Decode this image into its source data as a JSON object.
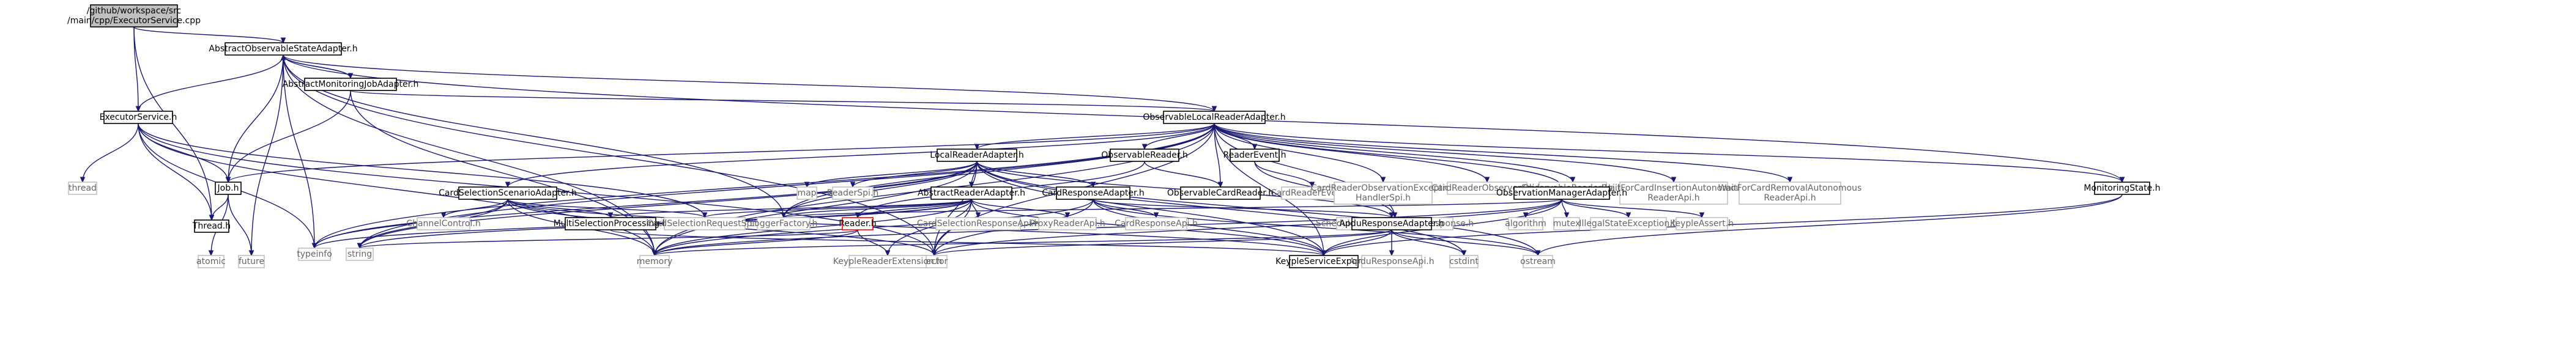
{
  "diagram": {
    "colors": {
      "edge": "#191970",
      "node_border": "#000000",
      "node_text": "#000000",
      "node_fill": "#ffffff",
      "root_fill": "#bfbfbf",
      "system_border": "#bfbfbf",
      "system_text": "#666666",
      "broken_border": "#ff0000"
    },
    "nodes": [
      {
        "id": "root",
        "lines": [
          "/github/workspace/src",
          "/main/cpp/ExecutorService.cpp"
        ],
        "kind": "root"
      },
      {
        "id": "aosa",
        "lines": [
          "AbstractObservableStateAdapter.h"
        ],
        "kind": "header"
      },
      {
        "id": "amja",
        "lines": [
          "AbstractMonitoringJobAdapter.h"
        ],
        "kind": "header"
      },
      {
        "id": "es",
        "lines": [
          "ExecutorService.h"
        ],
        "kind": "header"
      },
      {
        "id": "olra",
        "lines": [
          "ObservableLocalReaderAdapter.h"
        ],
        "kind": "header"
      },
      {
        "id": "ms",
        "lines": [
          "MonitoringState.h"
        ],
        "kind": "header"
      },
      {
        "id": "thread_sys",
        "lines": [
          "thread"
        ],
        "kind": "system"
      },
      {
        "id": "job",
        "lines": [
          "Job.h"
        ],
        "kind": "header"
      },
      {
        "id": "threadh",
        "lines": [
          "Thread.h"
        ],
        "kind": "header"
      },
      {
        "id": "atomic",
        "lines": [
          "atomic"
        ],
        "kind": "system"
      },
      {
        "id": "future",
        "lines": [
          "future"
        ],
        "kind": "system"
      },
      {
        "id": "lra",
        "lines": [
          "LocalReaderAdapter.h"
        ],
        "kind": "header"
      },
      {
        "id": "orh",
        "lines": [
          "ObservableReader.h"
        ],
        "kind": "header"
      },
      {
        "id": "ocr",
        "lines": [
          "ObservableCardReader.h"
        ],
        "kind": "header"
      },
      {
        "id": "reh",
        "lines": [
          "ReaderEvent.h"
        ],
        "kind": "header"
      },
      {
        "id": "cre",
        "lines": [
          "CardReaderEvent.h"
        ],
        "kind": "system"
      },
      {
        "id": "scsr",
        "lines": [
          "ScheduledCardSelectionsResponse.h"
        ],
        "kind": "system"
      },
      {
        "id": "croe",
        "lines": [
          "CardReaderObservationException",
          "HandlerSpi.h"
        ],
        "kind": "system"
      },
      {
        "id": "cros",
        "lines": [
          "CardReaderObserverSpi.h"
        ],
        "kind": "system"
      },
      {
        "id": "ors",
        "lines": [
          "ObservableReaderSpi.h"
        ],
        "kind": "system"
      },
      {
        "id": "wfci",
        "lines": [
          "WaitForCardInsertionAutonomous",
          "ReaderApi.h"
        ],
        "kind": "system"
      },
      {
        "id": "wfcr",
        "lines": [
          "WaitForCardRemovalAutonomous",
          "ReaderApi.h"
        ],
        "kind": "system"
      },
      {
        "id": "map",
        "lines": [
          "map"
        ],
        "kind": "system"
      },
      {
        "id": "rspi",
        "lines": [
          "ReaderSpi.h"
        ],
        "kind": "system"
      },
      {
        "id": "ara",
        "lines": [
          "AbstractReaderAdapter.h"
        ],
        "kind": "header"
      },
      {
        "id": "cra",
        "lines": [
          "CardResponseAdapter.h"
        ],
        "kind": "header"
      },
      {
        "id": "oma",
        "lines": [
          "ObservationManagerAdapter.h"
        ],
        "kind": "header"
      },
      {
        "id": "algorithm",
        "lines": [
          "algorithm"
        ],
        "kind": "system"
      },
      {
        "id": "mutex",
        "lines": [
          "mutex"
        ],
        "kind": "system"
      },
      {
        "id": "ise",
        "lines": [
          "IllegalStateException.h"
        ],
        "kind": "system"
      },
      {
        "id": "ka",
        "lines": [
          "KeypleAssert.h"
        ],
        "kind": "system"
      },
      {
        "id": "cssa",
        "lines": [
          "CardSelectionScenarioAdapter.h"
        ],
        "kind": "header"
      },
      {
        "id": "cc",
        "lines": [
          "ChannelControl.h"
        ],
        "kind": "system"
      },
      {
        "id": "msp",
        "lines": [
          "MultiSelectionProcessing.h"
        ],
        "kind": "header"
      },
      {
        "id": "csrs",
        "lines": [
          "CardSelectionRequestSpi.h"
        ],
        "kind": "system"
      },
      {
        "id": "lf",
        "lines": [
          "LoggerFactory.h"
        ],
        "kind": "system"
      },
      {
        "id": "readerh",
        "lines": [
          "Reader.h"
        ],
        "kind": "broken"
      },
      {
        "id": "csra",
        "lines": [
          "CardSelectionResponseApi.h"
        ],
        "kind": "system"
      },
      {
        "id": "prapi",
        "lines": [
          "ProxyReaderApi.h"
        ],
        "kind": "system"
      },
      {
        "id": "crapi",
        "lines": [
          "CardResponseApi.h"
        ],
        "kind": "system"
      },
      {
        "id": "ara2",
        "lines": [
          "ApduResponseAdapter.h"
        ],
        "kind": "header"
      },
      {
        "id": "typeinfo",
        "lines": [
          "typeinfo"
        ],
        "kind": "system"
      },
      {
        "id": "string",
        "lines": [
          "string"
        ],
        "kind": "system"
      },
      {
        "id": "memory",
        "lines": [
          "memory"
        ],
        "kind": "system"
      },
      {
        "id": "vector",
        "lines": [
          "vector"
        ],
        "kind": "system"
      },
      {
        "id": "kre",
        "lines": [
          "KeypleReaderExtension.h"
        ],
        "kind": "system"
      },
      {
        "id": "kse",
        "lines": [
          "KeypleServiceExport.h"
        ],
        "kind": "header"
      },
      {
        "id": "aapi",
        "lines": [
          "ApduResponseApi.h"
        ],
        "kind": "system"
      },
      {
        "id": "cstdint",
        "lines": [
          "cstdint"
        ],
        "kind": "system"
      },
      {
        "id": "ostream",
        "lines": [
          "ostream"
        ],
        "kind": "system"
      }
    ],
    "edges": [
      [
        "root",
        "aosa"
      ],
      [
        "root",
        "es"
      ],
      [
        "root",
        "threadh"
      ],
      [
        "aosa",
        "amja"
      ],
      [
        "aosa",
        "es"
      ],
      [
        "aosa",
        "olra"
      ],
      [
        "aosa",
        "ms"
      ],
      [
        "aosa",
        "job"
      ],
      [
        "aosa",
        "future"
      ],
      [
        "aosa",
        "lf"
      ],
      [
        "aosa",
        "memory"
      ],
      [
        "aosa",
        "typeinfo"
      ],
      [
        "aosa",
        "vector"
      ],
      [
        "amja",
        "aosa"
      ],
      [
        "amja",
        "olra"
      ],
      [
        "amja",
        "job"
      ],
      [
        "amja",
        "memory"
      ],
      [
        "es",
        "thread_sys"
      ],
      [
        "es",
        "job"
      ],
      [
        "es",
        "threadh"
      ],
      [
        "es",
        "typeinfo"
      ],
      [
        "es",
        "memory"
      ],
      [
        "es",
        "vector"
      ],
      [
        "es",
        "csrs"
      ],
      [
        "job",
        "threadh"
      ],
      [
        "job",
        "atomic"
      ],
      [
        "job",
        "future"
      ],
      [
        "olra",
        "ms"
      ],
      [
        "olra",
        "job"
      ],
      [
        "olra",
        "lra"
      ],
      [
        "olra",
        "orh"
      ],
      [
        "olra",
        "ocr"
      ],
      [
        "olra",
        "reh"
      ],
      [
        "olra",
        "croe"
      ],
      [
        "olra",
        "cros"
      ],
      [
        "olra",
        "ors"
      ],
      [
        "olra",
        "wfci"
      ],
      [
        "olra",
        "wfcr"
      ],
      [
        "olra",
        "oma"
      ],
      [
        "olra",
        "scsr"
      ],
      [
        "olra",
        "cssa"
      ],
      [
        "olra",
        "lf"
      ],
      [
        "olra",
        "memory"
      ],
      [
        "olra",
        "vector"
      ],
      [
        "olra",
        "string"
      ],
      [
        "olra",
        "typeinfo"
      ],
      [
        "olra",
        "kse"
      ],
      [
        "ms",
        "kse"
      ],
      [
        "ms",
        "ostream"
      ],
      [
        "lra",
        "map"
      ],
      [
        "lra",
        "rspi"
      ],
      [
        "lra",
        "ara"
      ],
      [
        "lra",
        "cra"
      ],
      [
        "lra",
        "lf"
      ],
      [
        "lra",
        "memory"
      ],
      [
        "lra",
        "string"
      ],
      [
        "lra",
        "typeinfo"
      ],
      [
        "lra",
        "vector"
      ],
      [
        "lra",
        "ara2"
      ],
      [
        "lra",
        "cstdint"
      ],
      [
        "lra",
        "kse"
      ],
      [
        "lra",
        "ostream"
      ],
      [
        "orh",
        "ocr"
      ],
      [
        "orh",
        "readerh"
      ],
      [
        "reh",
        "cre"
      ],
      [
        "reh",
        "scsr"
      ],
      [
        "oma",
        "algorithm"
      ],
      [
        "oma",
        "mutex"
      ],
      [
        "oma",
        "ise"
      ],
      [
        "oma",
        "ka"
      ],
      [
        "oma",
        "lf"
      ],
      [
        "oma",
        "memory"
      ],
      [
        "oma",
        "kse"
      ],
      [
        "oma",
        "vector"
      ],
      [
        "ara",
        "readerh"
      ],
      [
        "ara",
        "csra"
      ],
      [
        "ara",
        "prapi"
      ],
      [
        "ara",
        "lf"
      ],
      [
        "ara",
        "memory"
      ],
      [
        "ara",
        "vector"
      ],
      [
        "ara",
        "typeinfo"
      ],
      [
        "ara",
        "string"
      ],
      [
        "ara",
        "kre"
      ],
      [
        "ara",
        "msp"
      ],
      [
        "ara",
        "csrs"
      ],
      [
        "ara",
        "kse"
      ],
      [
        "cra",
        "crapi"
      ],
      [
        "cra",
        "ara2"
      ],
      [
        "cra",
        "memory"
      ],
      [
        "cra",
        "vector"
      ],
      [
        "cra",
        "ostream"
      ],
      [
        "cra",
        "kse"
      ],
      [
        "cssa",
        "cc"
      ],
      [
        "cssa",
        "msp"
      ],
      [
        "cssa",
        "csrs"
      ],
      [
        "cssa",
        "memory"
      ],
      [
        "cssa",
        "vector"
      ],
      [
        "cssa",
        "kse"
      ],
      [
        "cssa",
        "typeinfo"
      ],
      [
        "cssa",
        "string"
      ],
      [
        "readerh",
        "kre"
      ],
      [
        "readerh",
        "string"
      ],
      [
        "readerh",
        "memory"
      ],
      [
        "ara2",
        "kse"
      ],
      [
        "ara2",
        "aapi"
      ],
      [
        "ara2",
        "cstdint"
      ],
      [
        "ara2",
        "ostream"
      ],
      [
        "ara2",
        "memory"
      ],
      [
        "ara2",
        "vector"
      ],
      [
        "msp",
        "kse"
      ]
    ]
  }
}
